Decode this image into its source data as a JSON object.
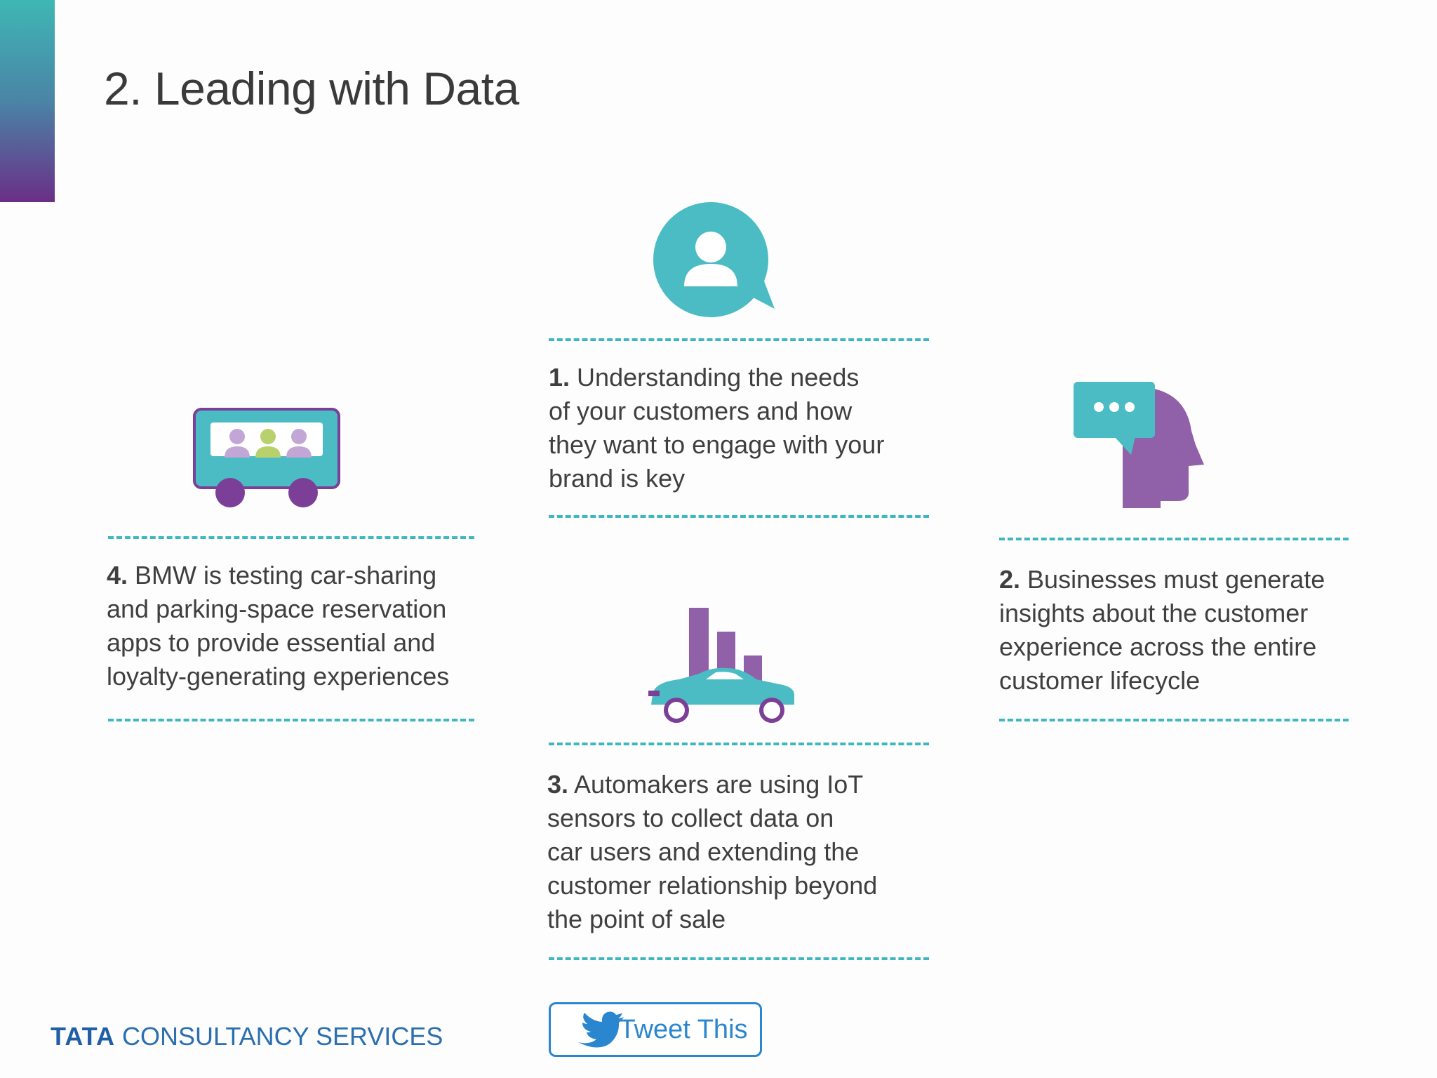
{
  "slide": {
    "title": "2. Leading with Data",
    "accent_colors": [
      "#3fb7b4",
      "#6a2f87"
    ]
  },
  "items": [
    {
      "number": "1.",
      "text": [
        "Understanding the needs",
        "of your customers and how",
        "they want to engage with your",
        "brand is key"
      ],
      "icon": "customer-chat-icon"
    },
    {
      "number": "2.",
      "text": [
        "Businesses must generate",
        "insights about the customer",
        "experience across the entire",
        "customer lifecycle"
      ],
      "icon": "head-speech-bubble-icon"
    },
    {
      "number": "3.",
      "text": [
        "Automakers are using IoT",
        "sensors to collect data on",
        "car users and extending the",
        "customer relationship beyond",
        "the point of sale"
      ],
      "icon": "car-bar-chart-icon"
    },
    {
      "number": "4.",
      "text": [
        "BMW is testing car-sharing",
        "and parking-space reservation",
        "apps to provide essential and",
        "loyalty-generating experiences"
      ],
      "icon": "shared-vehicle-icon"
    }
  ],
  "footer": {
    "logo_bold": "TATA",
    "logo_rest": " CONSULTANCY SERVICES",
    "tweet_label": "Tweet This",
    "tweet_icon": "twitter-bird-icon"
  },
  "colors": {
    "teal": "#4bbcc4",
    "purple": "#9061a8",
    "dash": "#3fb7c0",
    "twitter": "#2a86cf"
  }
}
